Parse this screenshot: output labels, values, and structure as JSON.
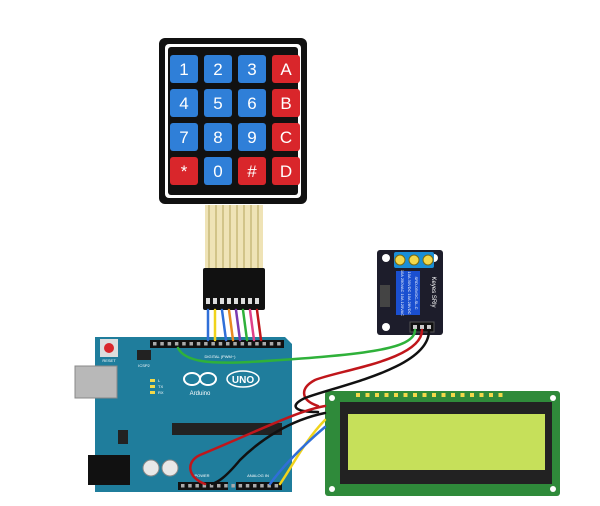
{
  "keypad": {
    "rows": [
      [
        "1",
        "2",
        "3",
        "A"
      ],
      [
        "4",
        "5",
        "6",
        "B"
      ],
      [
        "7",
        "8",
        "9",
        "C"
      ],
      [
        "*",
        "0",
        "#",
        "D"
      ]
    ],
    "colors": {
      "digit": "#2f7fd8",
      "letter": "#d9262b",
      "frame": "#111111"
    }
  },
  "arduino": {
    "reset_label": "RESET",
    "icsp_label": "ICSP2",
    "tx_label": "TX",
    "rx_label": "RX",
    "l_label": "L",
    "digital_label": "DIGITAL (PWM~)",
    "brand": "Arduino",
    "model": "UNO",
    "power_label": "POWER",
    "analog_label": "ANALOG IN",
    "board_color": "#1f7d9c"
  },
  "relay": {
    "brand": "Keyes SRly",
    "text_lines": [
      "10A 250VAC 10A 125VAC",
      "10A 30VDC 10A 28VDC",
      "SRD-05VDC-SL-C"
    ],
    "module_color": "#1d1d2b",
    "relay_color": "#1a4fd0"
  },
  "lcd": {
    "board_color": "#2f8a3a",
    "screen_color": "#c6e05a"
  },
  "wire_colors": {
    "red": "#c0161b",
    "black": "#111111",
    "green": "#2fb13a",
    "yellow": "#f0d31b",
    "blue": "#2f6fd8",
    "orange": "#e98a1f",
    "purple": "#7a3bb0",
    "pink": "#e0408a"
  }
}
